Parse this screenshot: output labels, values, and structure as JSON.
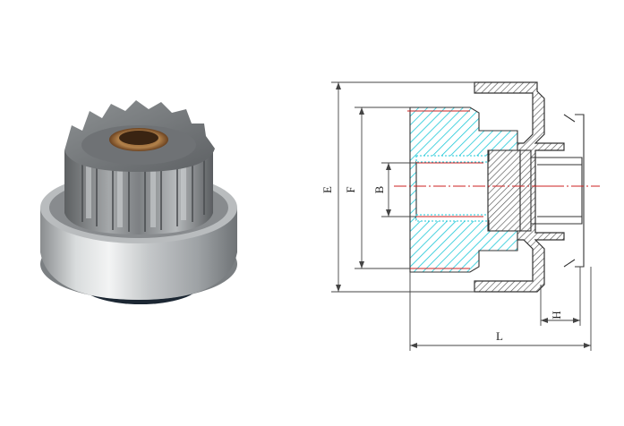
{
  "drawing": {
    "dimension_labels": {
      "E": "E",
      "F": "F",
      "B": "B",
      "H": "H",
      "L": "L"
    }
  },
  "colors": {
    "section_hatch": "#1ec8d8",
    "outline": "#333333",
    "centerline": "#cc2222",
    "dimension": "#444444"
  }
}
